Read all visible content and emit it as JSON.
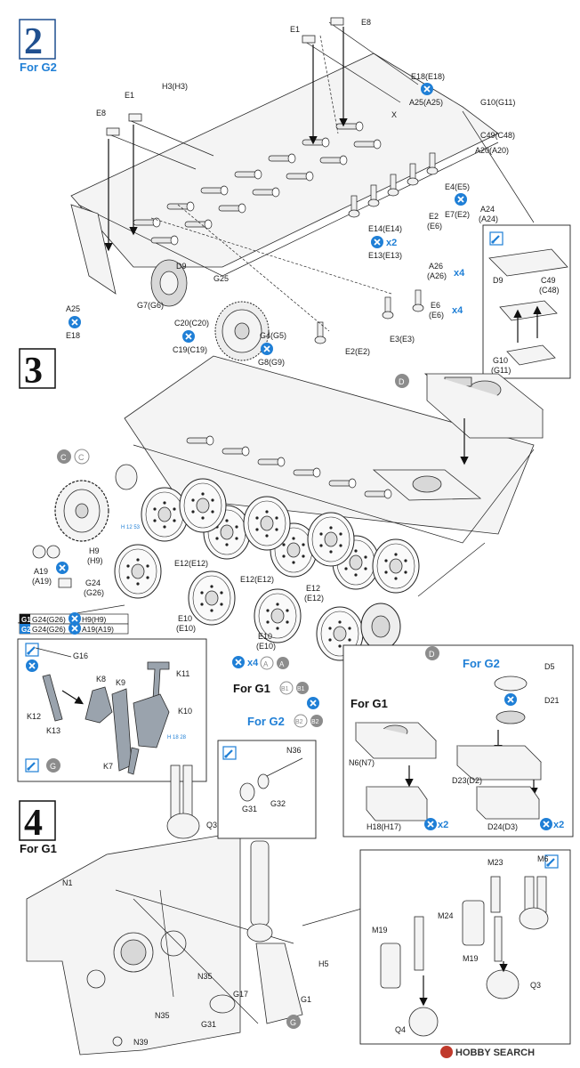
{
  "steps": {
    "s2": {
      "number": "2",
      "variant": "For G2"
    },
    "s3": {
      "number": "3"
    },
    "s4": {
      "number": "4",
      "variant": "For G1"
    }
  },
  "labels": {
    "E8a": "E8",
    "E1a": "E1",
    "E18E18": "E18(E18)",
    "A25A25": "A25(A25)",
    "X": "X",
    "G10G11": "G10(G11)",
    "E8b": "E8",
    "E1b": "E1",
    "H3H3": "H3(H3)",
    "C49C48": "C49(C48)",
    "A20A20": "A20(A20)",
    "E4E5": "E4(E5)",
    "E7E2": "E7(E2)",
    "A24A24a": "A24",
    "A24A24b": "(A24)",
    "E2E6a": "E2",
    "E2E6b": "(E6)",
    "E14E14": "E14(E14)",
    "E13E13": "E13(E13)",
    "x2a": "x2",
    "D9": "D9",
    "G25": "G25",
    "A25": "A25",
    "E18": "E18",
    "G7G6": "G7(G6)",
    "C20C20": "C20(C20)",
    "C19C19": "C19(C19)",
    "G4G5": "G4(G5)",
    "G8G9": "G8(G9)",
    "A26a": "A26",
    "A26b": "(A26)",
    "x4a": "x4",
    "E6a": "E6",
    "E6b": "(E6)",
    "x4b": "x4",
    "E3E3": "E3(E3)",
    "E2E2": "E2(E2)",
    "inD9": "D9",
    "inC49": "C49",
    "inC48": "(C48)",
    "inG10": "G10",
    "inG11": "(G11)",
    "C": "C",
    "D": "D",
    "H9": "H9",
    "H9p": "(H9)",
    "A19": "A19",
    "A19p": "(A19)",
    "G24": "G24",
    "G26": "(G26)",
    "E12E12a": "E12(E12)",
    "E12E12b": "E12(E12)",
    "E12": "E12",
    "E12p": "(E12)",
    "E10E10a": "E10",
    "E10E10ap": "(E10)",
    "E10b": "E10",
    "E10bp": "(E10)",
    "x4c": "x4",
    "A": "A",
    "H12_53": "H 12 53",
    "H18_28": "H 18 28",
    "G16": "G16",
    "K11": "K11",
    "K8": "K8",
    "K9": "K9",
    "K12": "K12",
    "K13": "K13",
    "K10": "K10",
    "K7": "K7",
    "G": "G",
    "forG1": "For G1",
    "forG2": "For G2",
    "B1": "B1",
    "B2": "B2",
    "D5": "D5",
    "D21": "D21",
    "forG1b": "For G1",
    "forG2b": "For G2",
    "N6N7": "N6(N7)",
    "D23D2": "D23(D2)",
    "H18H17": "H18(H17)",
    "D24D3": "D24(D3)",
    "x2b": "x2",
    "x2c": "x2",
    "N36": "N36",
    "G31a": "G31",
    "G32": "G32",
    "Q3a": "Q3",
    "N1": "N1",
    "H5": "H5",
    "G17": "G17",
    "G1": "G1",
    "N35a": "N35",
    "N35b": "N35",
    "G31b": "G31",
    "N39": "N39",
    "M23": "M23",
    "M6": "M6",
    "M19a": "M19",
    "M24": "M24",
    "M19b": "M19",
    "Q3b": "Q3",
    "Q4": "Q4",
    "Gb": "G"
  },
  "legend": {
    "row1": {
      "tag": "G1",
      "parts": [
        "G24(G26)",
        "H9(H9)"
      ]
    },
    "row2": {
      "tag": "G2",
      "parts": [
        "G24(G26)",
        "A19(A19)"
      ]
    }
  },
  "watermark": {
    "brand": "HOBBY SEARCH"
  },
  "colors": {
    "accent_blue": "#1f7fd6",
    "step_blue": "#1f4f8f",
    "badge_grey": "#8c8c8c"
  }
}
